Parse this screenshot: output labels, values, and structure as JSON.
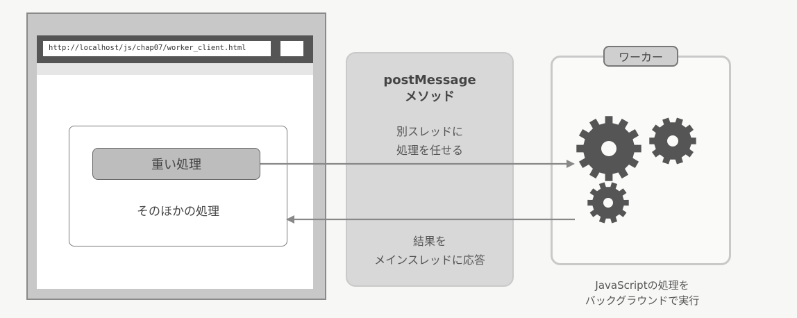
{
  "browser": {
    "url": "http://localhost/js/chap07/worker_client.html"
  },
  "main": {
    "heavy_task_label": "重い処理",
    "other_tasks_label": "そのほかの処理"
  },
  "post_message": {
    "title_line1": "postMessage",
    "title_line2": "メソッド",
    "send_line1": "別スレッドに",
    "send_line2": "処理を任せる",
    "reply_line1": "結果を",
    "reply_line2": "メインスレッドに応答"
  },
  "worker": {
    "label": "ワーカー",
    "caption_line1": "JavaScriptの処理を",
    "caption_line2": "バックグラウンドで実行"
  },
  "icons": [
    "gear-icon",
    "gear-icon",
    "gear-icon",
    "arrow-right-icon",
    "arrow-left-icon"
  ]
}
